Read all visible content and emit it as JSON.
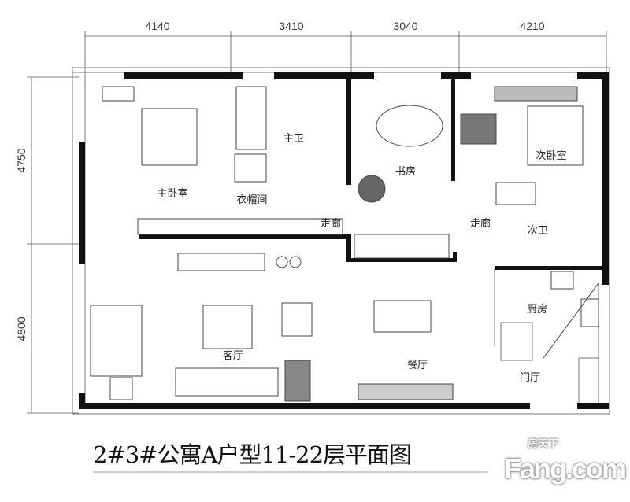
{
  "title": "2#3#公寓A户型11-22层平面图",
  "watermark": {
    "cn": "房天下",
    "en": "Fang.com"
  },
  "dimensions": {
    "top": [
      "4140",
      "3410",
      "3040",
      "4210"
    ],
    "left": [
      "4750",
      "4800"
    ]
  },
  "rooms": {
    "master_bedroom": "主卧室",
    "walk_in_closet": "衣帽间",
    "master_bath": "主卫",
    "study": "书房",
    "second_bedroom": "次卧室",
    "corridor_1": "走廊",
    "corridor_2": "走廊",
    "second_bath": "次卫",
    "kitchen": "厨房",
    "living_room": "客厅",
    "dining_room": "餐厅",
    "foyer": "门厅"
  }
}
